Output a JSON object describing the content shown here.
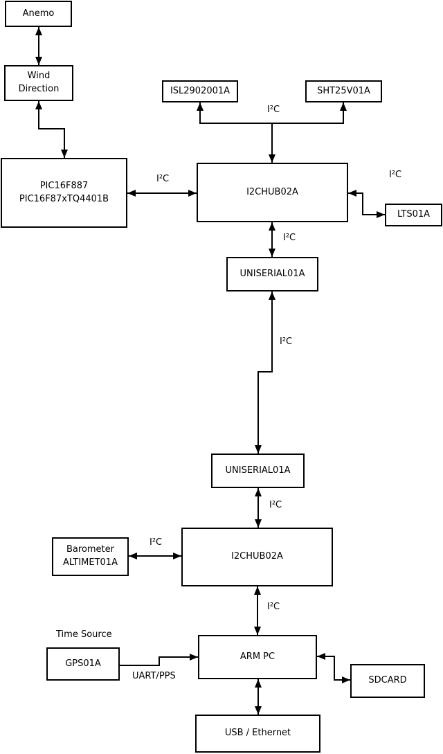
{
  "diagram": {
    "nodes": {
      "anemo": {
        "label": "Anemo"
      },
      "wind_direction": {
        "label": "Wind\nDirection"
      },
      "pic": {
        "label": "PIC16F887\nPIC16F87xTQ4401B"
      },
      "isl": {
        "label": "ISL2902001A"
      },
      "sht": {
        "label": "SHT25V01A"
      },
      "i2chub_top": {
        "label": "I2CHUB02A"
      },
      "lts": {
        "label": "LTS01A"
      },
      "uniserial_top": {
        "label": "UNISERIAL01A"
      },
      "uniserial_bot": {
        "label": "UNISERIAL01A"
      },
      "barometer": {
        "label": "Barometer\nALTIMET01A"
      },
      "i2chub_bot": {
        "label": "I2CHUB02A"
      },
      "gps": {
        "label": "GPS01A"
      },
      "arm_pc": {
        "label": "ARM PC"
      },
      "sdcard": {
        "label": "SDCARD"
      },
      "usb_ethernet": {
        "label": "USB / Ethernet"
      }
    },
    "edge_labels": {
      "i2c_sensors": "I²C",
      "i2c_pic": "I²C",
      "i2c_lts": "I²C",
      "i2c_hub1_uni": "I²C",
      "i2c_long": "I²C",
      "i2c_uni_hub2": "I²C",
      "i2c_baro": "I²C",
      "i2c_hub2_arm": "I²C",
      "time_source": "Time Source",
      "uart_pps": "UART/PPS"
    },
    "colors": {
      "line": "#000000",
      "box_fill": "#ffffff",
      "background": "#ffffff"
    }
  }
}
